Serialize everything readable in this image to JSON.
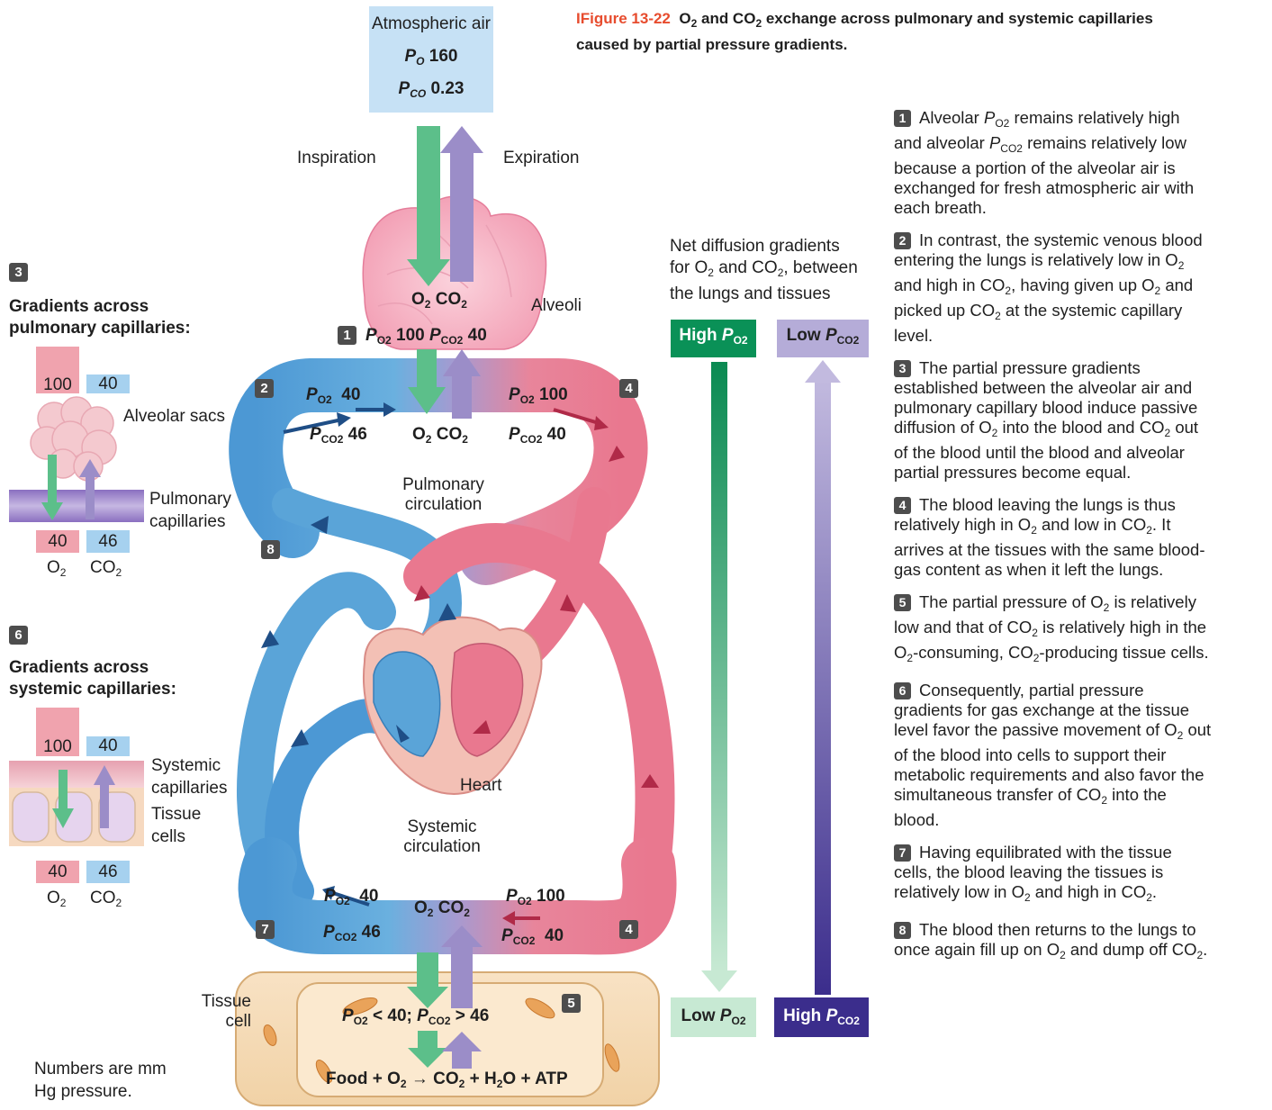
{
  "caption": {
    "marker": "I",
    "figure_number": "Figure 13-22",
    "line1_pre": "O",
    "line1_a": "2",
    "line1_mid": " and CO",
    "line1_b": "2",
    "line1_post": " exchange across pulmonary and systemic capillaries",
    "line2": "caused by partial pressure gradients."
  },
  "atmospheric": {
    "title": "Atmospheric air",
    "po2_value": "160",
    "pco2_value": "0.23"
  },
  "labels": {
    "inspiration": "Inspiration",
    "expiration": "Expiration",
    "alveoli": "Alveoli",
    "pulmonary_circ_1": "Pulmonary",
    "pulmonary_circ_2": "circulation",
    "systemic_circ_1": "Systemic",
    "systemic_circ_2": "circulation",
    "heart": "Heart",
    "tissue_cell_1": "Tissue",
    "tissue_cell_2": "cell",
    "numbers_note_1": "Numbers are mm",
    "numbers_note_2": "Hg pressure.",
    "o2": "O",
    "co2": "CO",
    "sub2": "2"
  },
  "alveolar": {
    "po2": "100",
    "pco2": "40"
  },
  "pulmonary_in": {
    "po2": "40",
    "pco2": "46"
  },
  "pulmonary_out": {
    "po2": "100",
    "pco2": "40"
  },
  "systemic_in": {
    "po2": "100",
    "pco2": "40"
  },
  "systemic_out": {
    "po2": "40",
    "pco2": "46"
  },
  "tissue": {
    "po2_text": "< 40;",
    "pco2_text": "> 46",
    "equation_food": "Food +",
    "equation_arrow": "→",
    "equation_rest": "+ H",
    "equation_o": "O + ATP"
  },
  "badges": [
    "1",
    "2",
    "3",
    "4",
    "5",
    "6",
    "7",
    "8"
  ],
  "panel3": {
    "title1": "Gradients across",
    "title2": "pulmonary capillaries:",
    "top_o2": "100",
    "top_co2": "40",
    "alveolar_sacs": "Alveolar sacs",
    "capillaries_1": "Pulmonary",
    "capillaries_2": "capillaries",
    "bottom_o2": "40",
    "bottom_co2": "46"
  },
  "panel6": {
    "title1": "Gradients across",
    "title2": "systemic capillaries:",
    "top_o2": "100",
    "top_co2": "40",
    "capillaries_1": "Systemic",
    "capillaries_2": "capillaries",
    "tissue_1": "Tissue",
    "tissue_2": "cells",
    "bottom_o2": "40",
    "bottom_co2": "46"
  },
  "gradients": {
    "title1": "Net diffusion gradients",
    "title2_pre": "for O",
    "title2_mid": " and CO",
    "title2_post": ", between",
    "title3": "the lungs and tissues",
    "high": "High",
    "low": "Low"
  },
  "notes": {
    "n1": [
      "Alveolar ",
      " remains relatively high",
      "and alveolar ",
      " remains relatively low",
      "because a portion of the alveolar air is",
      "exchanged for fresh atmospheric air with",
      "each breath."
    ],
    "n2": [
      "In contrast, the systemic venous blood",
      "entering the lungs is relatively low in O",
      "and high in CO",
      ", having given up O",
      " and",
      "picked up CO",
      " at the systemic capillary",
      "level."
    ],
    "n3": [
      "The partial pressure gradients",
      "established between the alveolar air and",
      "pulmonary capillary blood induce passive",
      "diffusion of O",
      " into the blood and CO",
      " out",
      "of the blood until the blood and alveolar",
      "partial pressures become equal."
    ],
    "n4": [
      "The blood leaving the lungs is thus",
      "relatively high in O",
      " and low in CO",
      ". It",
      "arrives at the tissues with the same blood-",
      "gas content as when it left the lungs."
    ],
    "n5": [
      "The partial pressure of O",
      " is relatively",
      "low and that of CO",
      " is relatively high in the",
      "-consuming, CO",
      "-producing tissue cells."
    ],
    "n6": [
      "Consequently, partial pressure",
      "gradients for gas exchange at the tissue",
      "level favor the passive movement of O",
      " out",
      "of the blood into cells to support their",
      "metabolic requirements and also favor the",
      "simultaneous transfer of CO",
      " into the",
      "blood."
    ],
    "n7": [
      "Having equilibrated with the tissue",
      "cells, the blood leaving the tissues is",
      "relatively low in O",
      " and high in CO",
      "."
    ],
    "n8": [
      "The blood then returns to the lungs to",
      "once again fill up on O",
      " and dump off CO",
      "."
    ]
  },
  "colors": {
    "o2_green": "#5cbf8a",
    "co2_purple": "#9b8dc8",
    "pulm_blue": "#5aa4d8",
    "oxy_red": "#e9788f",
    "p_box_pink": "#f0a3ae",
    "p_box_blue": "#a6d1ef",
    "atmo_box": "#c6e1f5",
    "badge": "#4d4d4d",
    "caption_red": "#e74c2e",
    "high_po2": "#0a9157",
    "low_pco2": "#b5acd8",
    "high_pco2": "#3b2d8c",
    "low_po2": "#c7e9d3"
  }
}
